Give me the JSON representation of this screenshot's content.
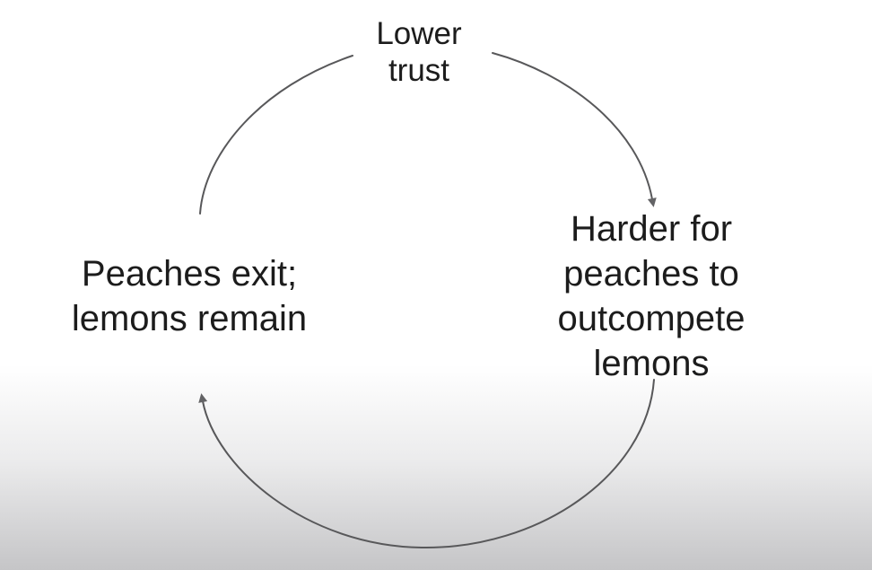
{
  "diagram": {
    "type": "cycle",
    "nodes": [
      {
        "id": "lower-trust",
        "label": "Lower\ntrust",
        "position": "top"
      },
      {
        "id": "harder-for-peaches",
        "label": "Harder for peaches to\noutcompete lemons",
        "position": "right"
      },
      {
        "id": "peaches-exit",
        "label": "Peaches exit;\nlemons remain",
        "position": "left"
      }
    ],
    "edges": [
      {
        "from": "lower-trust",
        "to": "harder-for-peaches",
        "arrowhead": true,
        "direction": "clockwise"
      },
      {
        "from": "harder-for-peaches",
        "to": "peaches-exit",
        "arrowhead": true,
        "direction": "clockwise"
      },
      {
        "from": "peaches-exit",
        "to": "lower-trust",
        "arrowhead": false,
        "direction": "clockwise"
      }
    ],
    "colors": {
      "text": "#1c1c1c",
      "arc": "#58585a",
      "arrowhead": "#636365",
      "background_top": "#ffffff",
      "background_bottom": "#c5c5c7"
    }
  }
}
